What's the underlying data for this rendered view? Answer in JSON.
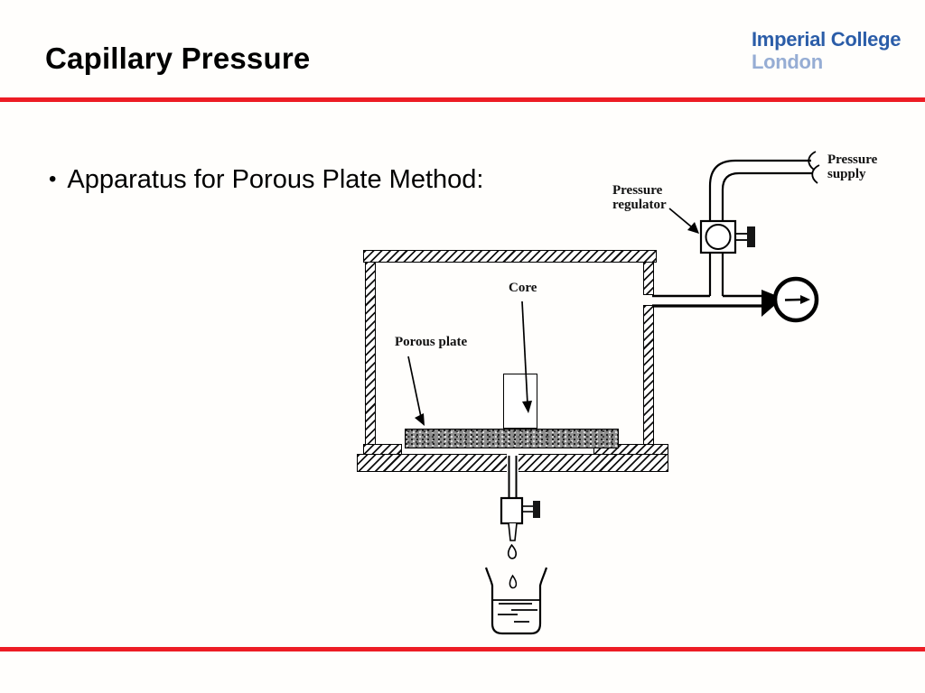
{
  "slide": {
    "title": "Capillary Pressure",
    "bullet_marker": "•",
    "bullet_text": "Apparatus for Porous Plate Method:"
  },
  "logo": {
    "line1": "Imperial College",
    "line2": "London"
  },
  "colors": {
    "rule_red": "#ED1C24",
    "logo_dark_blue": "#2B5DA8",
    "logo_light_blue": "#96ADD4",
    "line_art": "#000000"
  },
  "diagram": {
    "labels": {
      "pressure_regulator_line1": "Pressure",
      "pressure_regulator_line2": "regulator",
      "pressure_supply_line1": "Pressure",
      "pressure_supply_line2": "supply",
      "core": "Core",
      "porous_plate": "Porous plate"
    }
  }
}
